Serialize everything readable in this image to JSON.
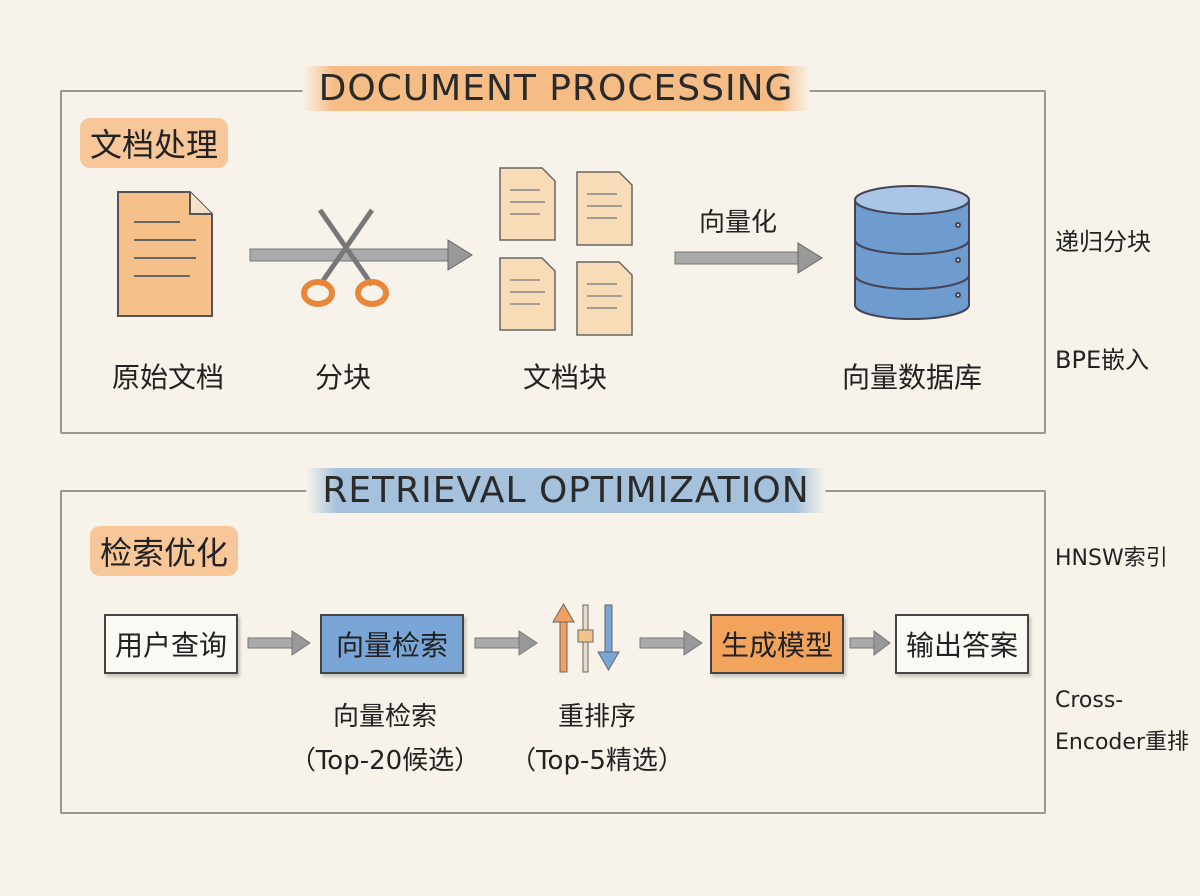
{
  "doc_processing": {
    "title": "DOCUMENT PROCESSING",
    "section_label": "文档处理",
    "steps": [
      "原始文档",
      "分块",
      "文档块",
      "向量数据库"
    ],
    "arrow_label": "向量化",
    "side_notes": [
      "递归分块",
      "BPE嵌入"
    ]
  },
  "retrieval": {
    "title": "RETRIEVAL OPTIMIZATION",
    "section_label": "检索优化",
    "boxes": [
      "用户查询",
      "向量检索",
      "生成模型",
      "输出答案"
    ],
    "sub_labels": [
      {
        "name": "向量检索",
        "detail": "（Top-20候选）"
      },
      {
        "name": "重排序",
        "detail": "（Top-5精选）"
      }
    ],
    "side_notes": [
      "HNSW索引",
      "Cross-",
      "Encoder重排"
    ]
  },
  "colors": {
    "orange": "#f2a35c",
    "blue": "#79a6d6",
    "background": "#f7f3ea"
  }
}
